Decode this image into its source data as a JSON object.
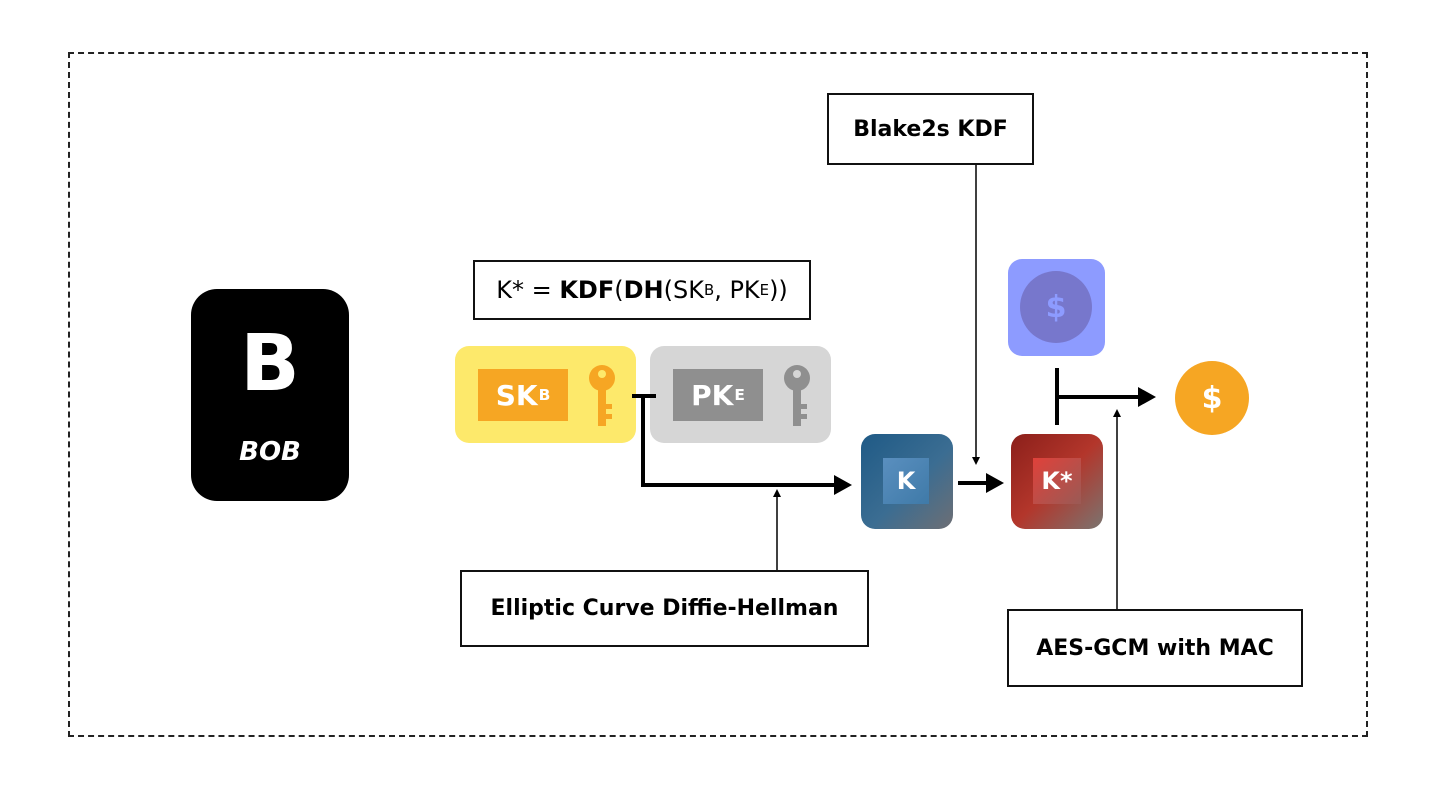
{
  "bob": {
    "letter": "B",
    "name": "BOB"
  },
  "formula": {
    "prefix": "K* = ",
    "kdf": "KDF",
    "open1": "(",
    "dh": "DH",
    "open2": "(SK",
    "sub_b": "B",
    "mid": ", PK",
    "sub_e": "E",
    "close": "))"
  },
  "keys": {
    "sk": {
      "main": "SK",
      "sub": "B"
    },
    "pk": {
      "main": "PK",
      "sub": "E"
    },
    "k": "K",
    "k_star": "K*"
  },
  "coins": {
    "symbol": "$"
  },
  "labels": {
    "ecdh": "Elliptic Curve Diffie-Hellman",
    "blake": "Blake2s KDF",
    "aes": "AES-GCM with MAC"
  },
  "colors": {
    "sk_tile": "#fde96b",
    "sk_inner": "#f6a623",
    "key_gold": "#f6a623",
    "pk_tile": "#d6d6d6",
    "pk_inner": "#8f8f8f",
    "key_gray": "#8f8f8f",
    "k_tile": "#3b6d92",
    "k_star_tile": "#b3362b",
    "coin_tile": "#8d9bff",
    "coin_inner": "#7777cc",
    "coin_gold": "#f6a623"
  }
}
